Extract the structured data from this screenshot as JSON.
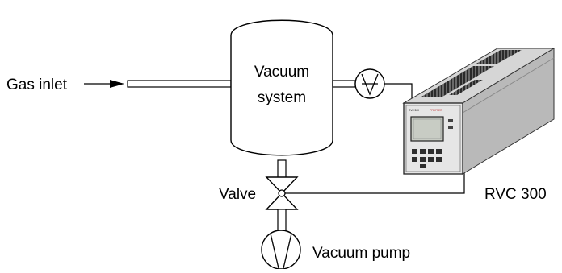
{
  "labels": {
    "gas_inlet": "Gas inlet",
    "vacuum_system_line1": "Vacuum",
    "vacuum_system_line2": "system",
    "valve": "Valve",
    "controller": "RVC 300",
    "pump": "Vacuum pump"
  },
  "colors": {
    "line": "#000000",
    "pipe_fill": "#ffffff",
    "device_body": "#dcdcdc",
    "device_dark": "#3a3a3a",
    "screen": "#c8ccc4",
    "accent_text": "#c03030"
  },
  "icons": {
    "gauge": "gauge-symbol-icon",
    "valve": "valve-symbol-icon",
    "pump": "pump-symbol-icon",
    "arrow": "inlet-arrow-icon"
  }
}
